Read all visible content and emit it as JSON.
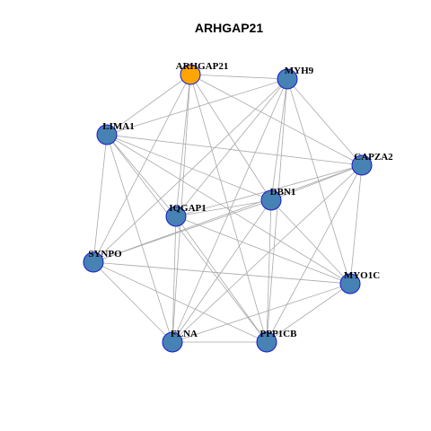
{
  "title": "ARHGAP21",
  "colors": {
    "hub": "#ffa500",
    "node": "#4682b4",
    "node_border": "#1a1ad0",
    "edge": "#a9a9a9"
  },
  "nodes": [
    {
      "id": "ARHGAP21",
      "label": "ARHGAP21",
      "hub": true
    },
    {
      "id": "MYH9",
      "label": "MYH9"
    },
    {
      "id": "LIMA1",
      "label": "LIMA1"
    },
    {
      "id": "CAPZA2",
      "label": "CAPZA2"
    },
    {
      "id": "DBN1",
      "label": "DBN1"
    },
    {
      "id": "IQGAP1",
      "label": "IQGAP1"
    },
    {
      "id": "SYNPO",
      "label": "SYNPO"
    },
    {
      "id": "MYO1C",
      "label": "MYO1C"
    },
    {
      "id": "FLNA",
      "label": "FLNA"
    },
    {
      "id": "PPP1CB",
      "label": "PPP1CB"
    }
  ],
  "edges": [
    [
      "ARHGAP21",
      "MYH9"
    ],
    [
      "ARHGAP21",
      "LIMA1"
    ],
    [
      "ARHGAP21",
      "CAPZA2"
    ],
    [
      "ARHGAP21",
      "DBN1"
    ],
    [
      "ARHGAP21",
      "IQGAP1"
    ],
    [
      "ARHGAP21",
      "SYNPO"
    ],
    [
      "ARHGAP21",
      "FLNA"
    ],
    [
      "ARHGAP21",
      "PPP1CB"
    ],
    [
      "MYH9",
      "LIMA1"
    ],
    [
      "MYH9",
      "CAPZA2"
    ],
    [
      "MYH9",
      "DBN1"
    ],
    [
      "MYH9",
      "IQGAP1"
    ],
    [
      "MYH9",
      "SYNPO"
    ],
    [
      "MYH9",
      "MYO1C"
    ],
    [
      "MYH9",
      "FLNA"
    ],
    [
      "MYH9",
      "PPP1CB"
    ],
    [
      "LIMA1",
      "CAPZA2"
    ],
    [
      "LIMA1",
      "DBN1"
    ],
    [
      "LIMA1",
      "IQGAP1"
    ],
    [
      "LIMA1",
      "SYNPO"
    ],
    [
      "LIMA1",
      "MYO1C"
    ],
    [
      "LIMA1",
      "FLNA"
    ],
    [
      "LIMA1",
      "PPP1CB"
    ],
    [
      "CAPZA2",
      "DBN1"
    ],
    [
      "CAPZA2",
      "IQGAP1"
    ],
    [
      "CAPZA2",
      "SYNPO"
    ],
    [
      "CAPZA2",
      "MYO1C"
    ],
    [
      "CAPZA2",
      "FLNA"
    ],
    [
      "CAPZA2",
      "PPP1CB"
    ],
    [
      "DBN1",
      "IQGAP1"
    ],
    [
      "DBN1",
      "SYNPO"
    ],
    [
      "DBN1",
      "MYO1C"
    ],
    [
      "DBN1",
      "FLNA"
    ],
    [
      "DBN1",
      "PPP1CB"
    ],
    [
      "IQGAP1",
      "MYO1C"
    ],
    [
      "IQGAP1",
      "FLNA"
    ],
    [
      "IQGAP1",
      "PPP1CB"
    ],
    [
      "SYNPO",
      "MYO1C"
    ],
    [
      "SYNPO",
      "FLNA"
    ],
    [
      "SYNPO",
      "PPP1CB"
    ],
    [
      "MYO1C",
      "FLNA"
    ],
    [
      "MYO1C",
      "PPP1CB"
    ],
    [
      "FLNA",
      "PPP1CB"
    ]
  ]
}
